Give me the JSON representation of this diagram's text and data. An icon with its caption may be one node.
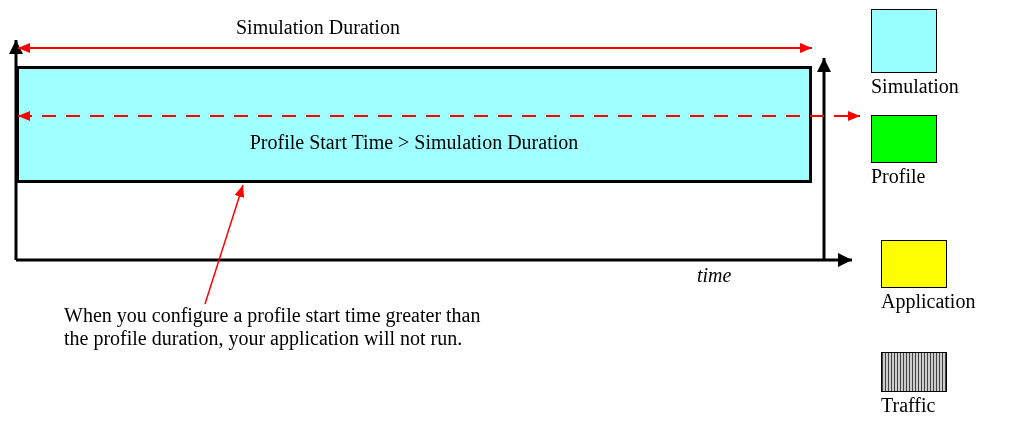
{
  "diagram": {
    "nodes": [
      {
        "text": [
          "Profile Start Time > Simulation Duration"
        ]
      },
      {
        "text": [
          "When you configure a profile start time greater than the profile duration, your application will not run."
        ]
      }
    ],
    "edges": [
      {
        "from": 1,
        "to": 0,
        "arrow": "to",
        "color": "#ff0000"
      }
    ],
    "labels": [
      "Simulation Duration",
      "time"
    ],
    "legend": [
      {
        "text": "Simulation",
        "color": "#99ffff"
      },
      {
        "text": "Profile",
        "color": "#00ff00"
      },
      {
        "text": "Application",
        "color": "#ffff00"
      },
      {
        "text": "Traffic"
      }
    ]
  }
}
